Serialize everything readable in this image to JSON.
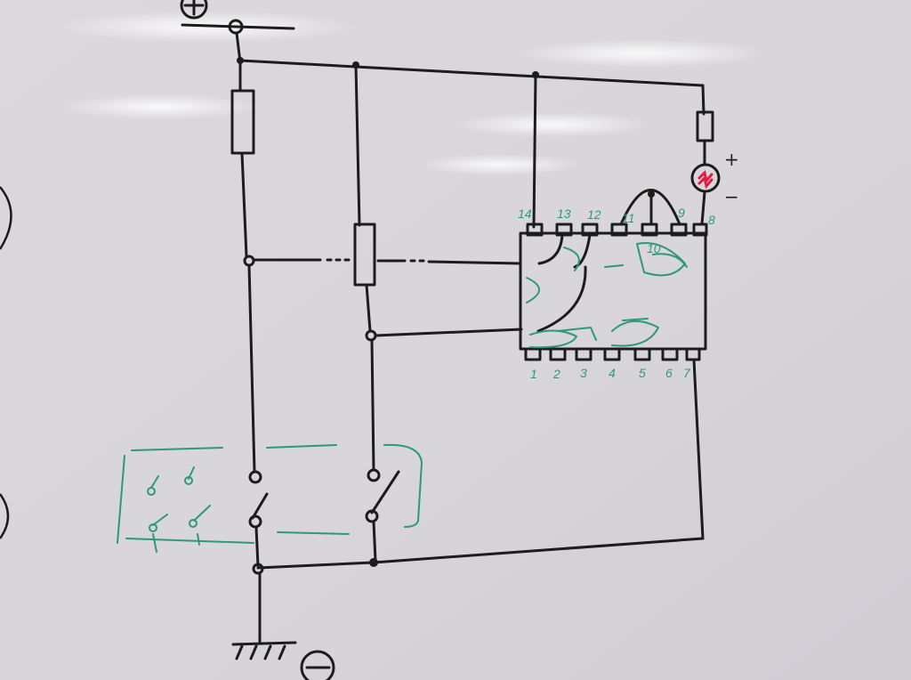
{
  "supply": {
    "positive_label": "+",
    "negative_label": "−"
  },
  "led": {
    "plus_label": "+",
    "minus_label": "−"
  },
  "chip": {
    "top_pins": [
      "14",
      "13",
      "12",
      "11",
      "10",
      "9",
      "8"
    ],
    "bottom_pins": [
      "1",
      "2",
      "3",
      "4",
      "5",
      "6",
      "7"
    ]
  },
  "colors": {
    "board": "#d9d6db",
    "ink_black": "#1c1c1c",
    "ink_green": "#2e9a74",
    "ink_red": "#e02040"
  }
}
